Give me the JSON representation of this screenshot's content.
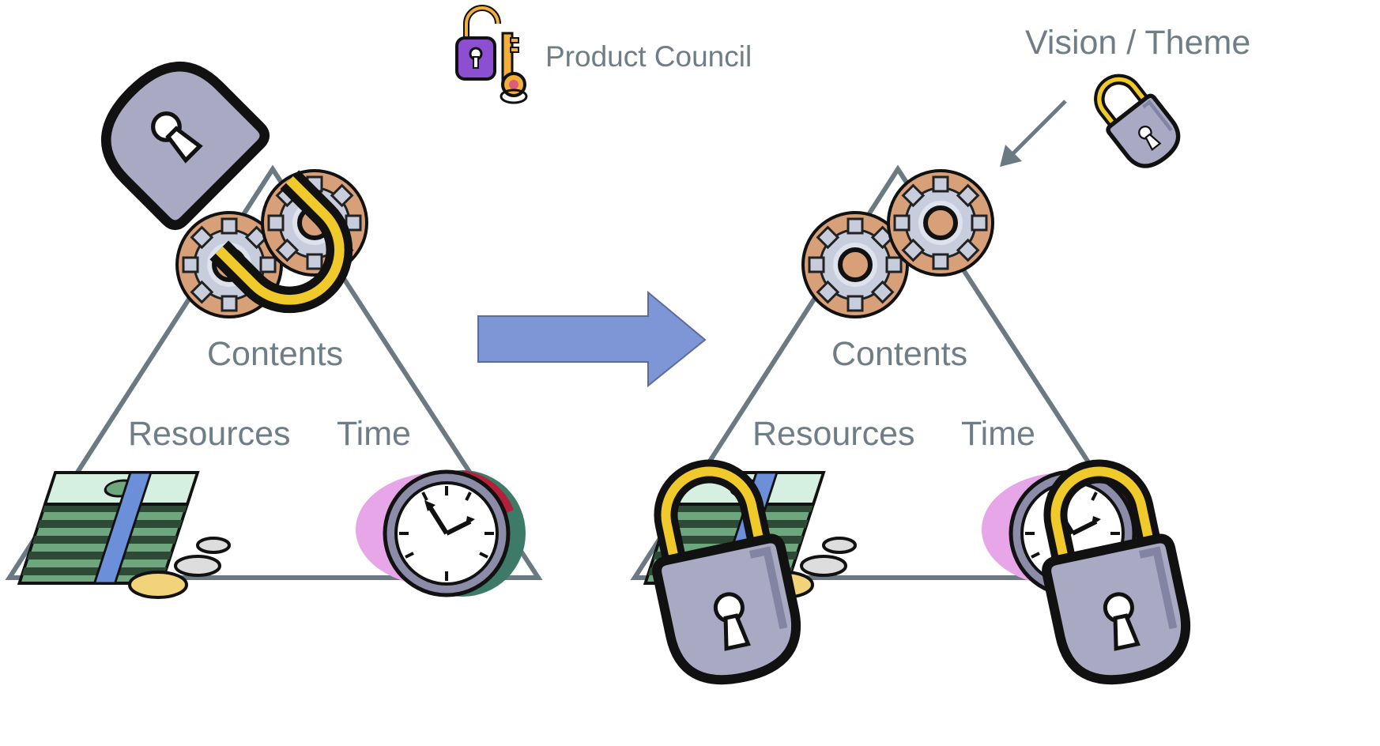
{
  "labels": {
    "product_council": "Product Council",
    "vision_theme": "Vision / Theme"
  },
  "left_triangle": {
    "top": "Contents",
    "left": "Resources",
    "right": "Time"
  },
  "right_triangle": {
    "top": "Contents",
    "left": "Resources",
    "right": "Time"
  },
  "colors": {
    "triangle_stroke": "#6a7982",
    "arrow_fill": "#7f96d6",
    "label_text": "#6f7d86",
    "lock_body": "#a9a9c4",
    "lock_shackle": "#f0c92a",
    "gear_backdrop": "#d7a078",
    "money": "#6ea67d"
  },
  "icons": [
    "key-and-padlock-icon",
    "padlock-icon",
    "gears-icon",
    "money-icon",
    "clock-icon",
    "arrow-icon"
  ]
}
